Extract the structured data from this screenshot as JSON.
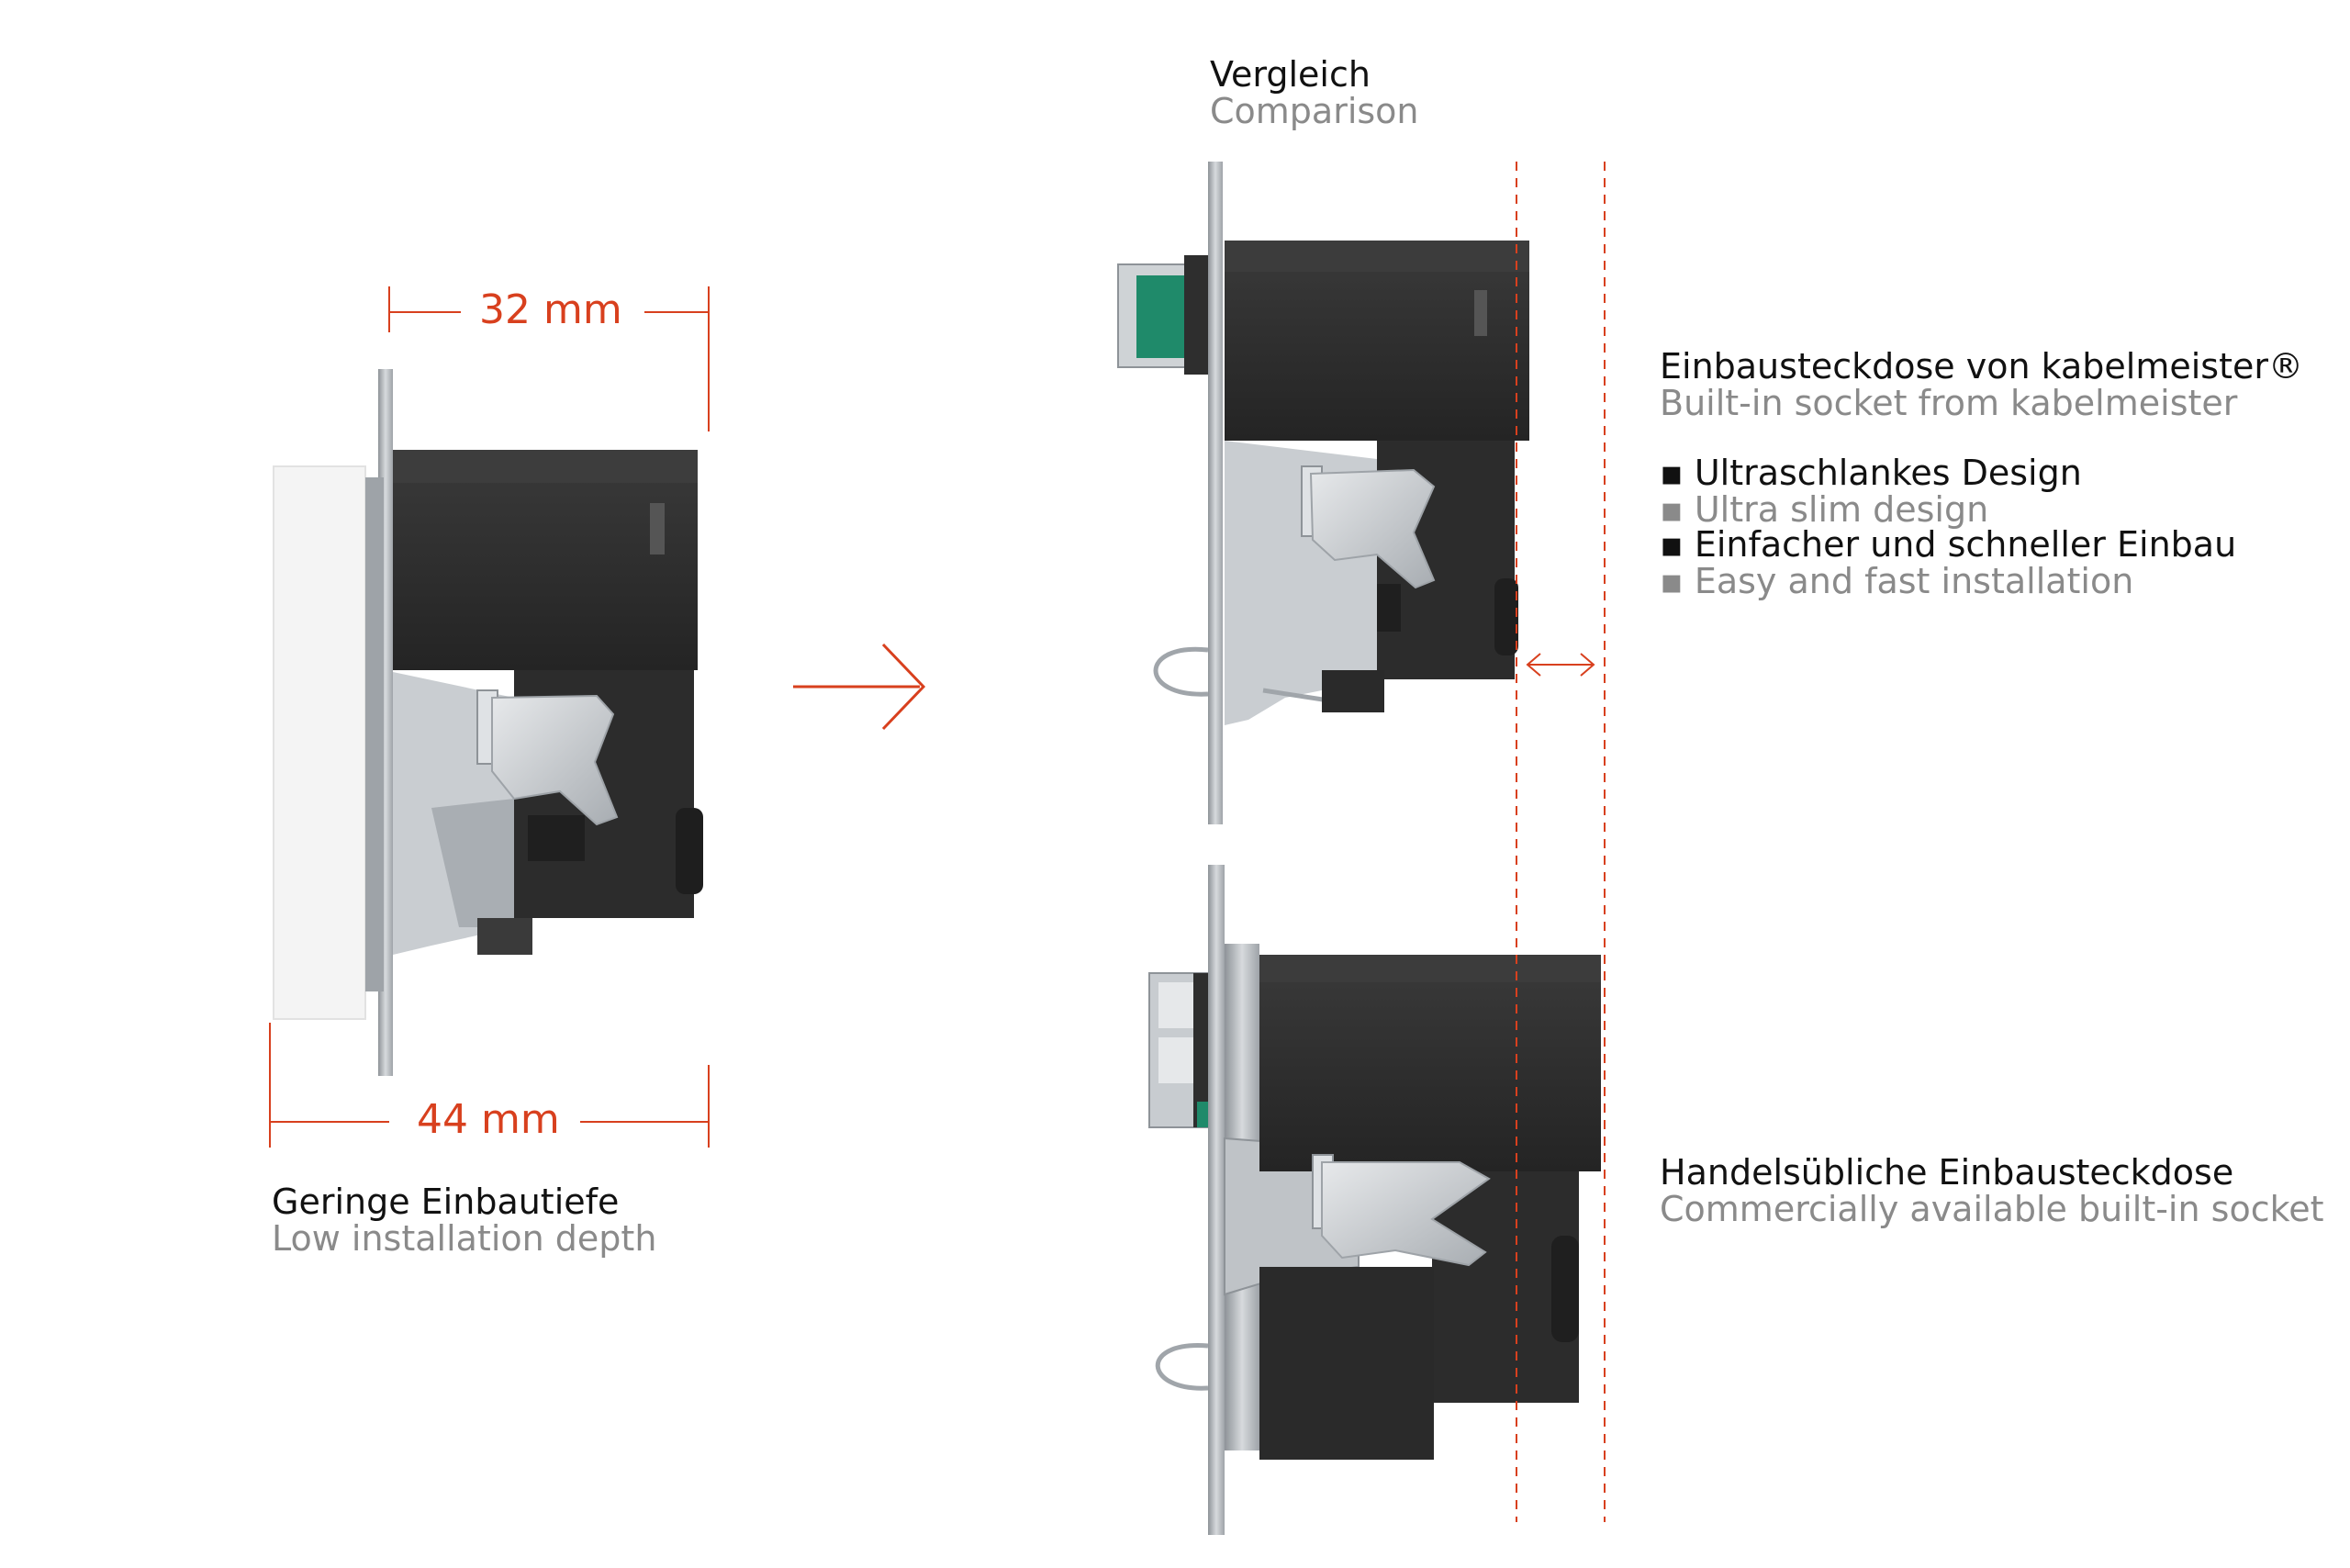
{
  "measurements": {
    "width_small": "32 mm",
    "width_large": "44 mm"
  },
  "left": {
    "title_de": "Geringe Einbautiefe",
    "title_en": "Low installation depth"
  },
  "comparison": {
    "title_de": "Vergleich",
    "title_en": "Comparison"
  },
  "product": {
    "title_de": "Einbausteckdose von kabelmeister®",
    "title_en": "Built-in socket from kabelmeister",
    "features": [
      {
        "de": "▪ Ultraschlankes Design",
        "en": "▪ Ultra slim design"
      },
      {
        "de": "▪ Einfacher und schneller Einbau",
        "en": "▪ Easy and fast installation"
      }
    ]
  },
  "competitor": {
    "title_de": "Handelsübliche Einbausteckdose",
    "title_en": "Commercially available built-in socket"
  },
  "colors": {
    "accent_red": "#d8401e",
    "housing_black": "#2d2d2d",
    "metal_gray": "#b8bcc0",
    "text_dark": "#111111",
    "text_gray": "#8a8a8a"
  }
}
